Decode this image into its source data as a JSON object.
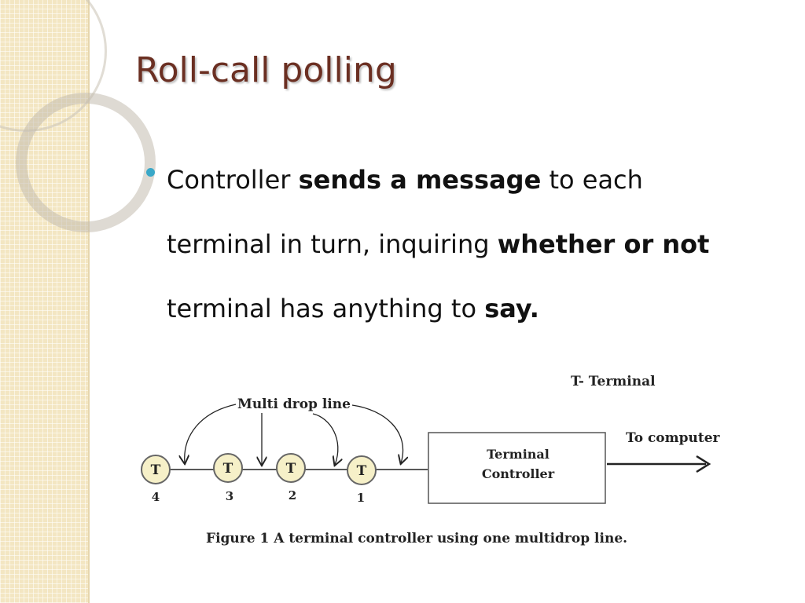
{
  "title": "Roll-call polling",
  "bullet": {
    "p1": "Controller ",
    "b1": "sends a message",
    "p2": " to each terminal in turn, inquiring ",
    "b2": "whether or not",
    "p3": " terminal has anything to ",
    "b3": "say."
  },
  "figure": {
    "legend": "T- Terminal",
    "line_label": "Multi drop line",
    "controller_line1": "Terminal",
    "controller_line2": "Controller",
    "to_computer": "To computer",
    "terminal_letter": "T",
    "terminal_numbers": [
      "4",
      "3",
      "2",
      "1"
    ],
    "caption": "Figure 1 A terminal controller using one multidrop line."
  },
  "colors": {
    "title": "#6b2f22",
    "bullet": "#3aa8c8",
    "terminal_fill": "#f6f0c8",
    "side_panel": "#f3e6c2"
  }
}
